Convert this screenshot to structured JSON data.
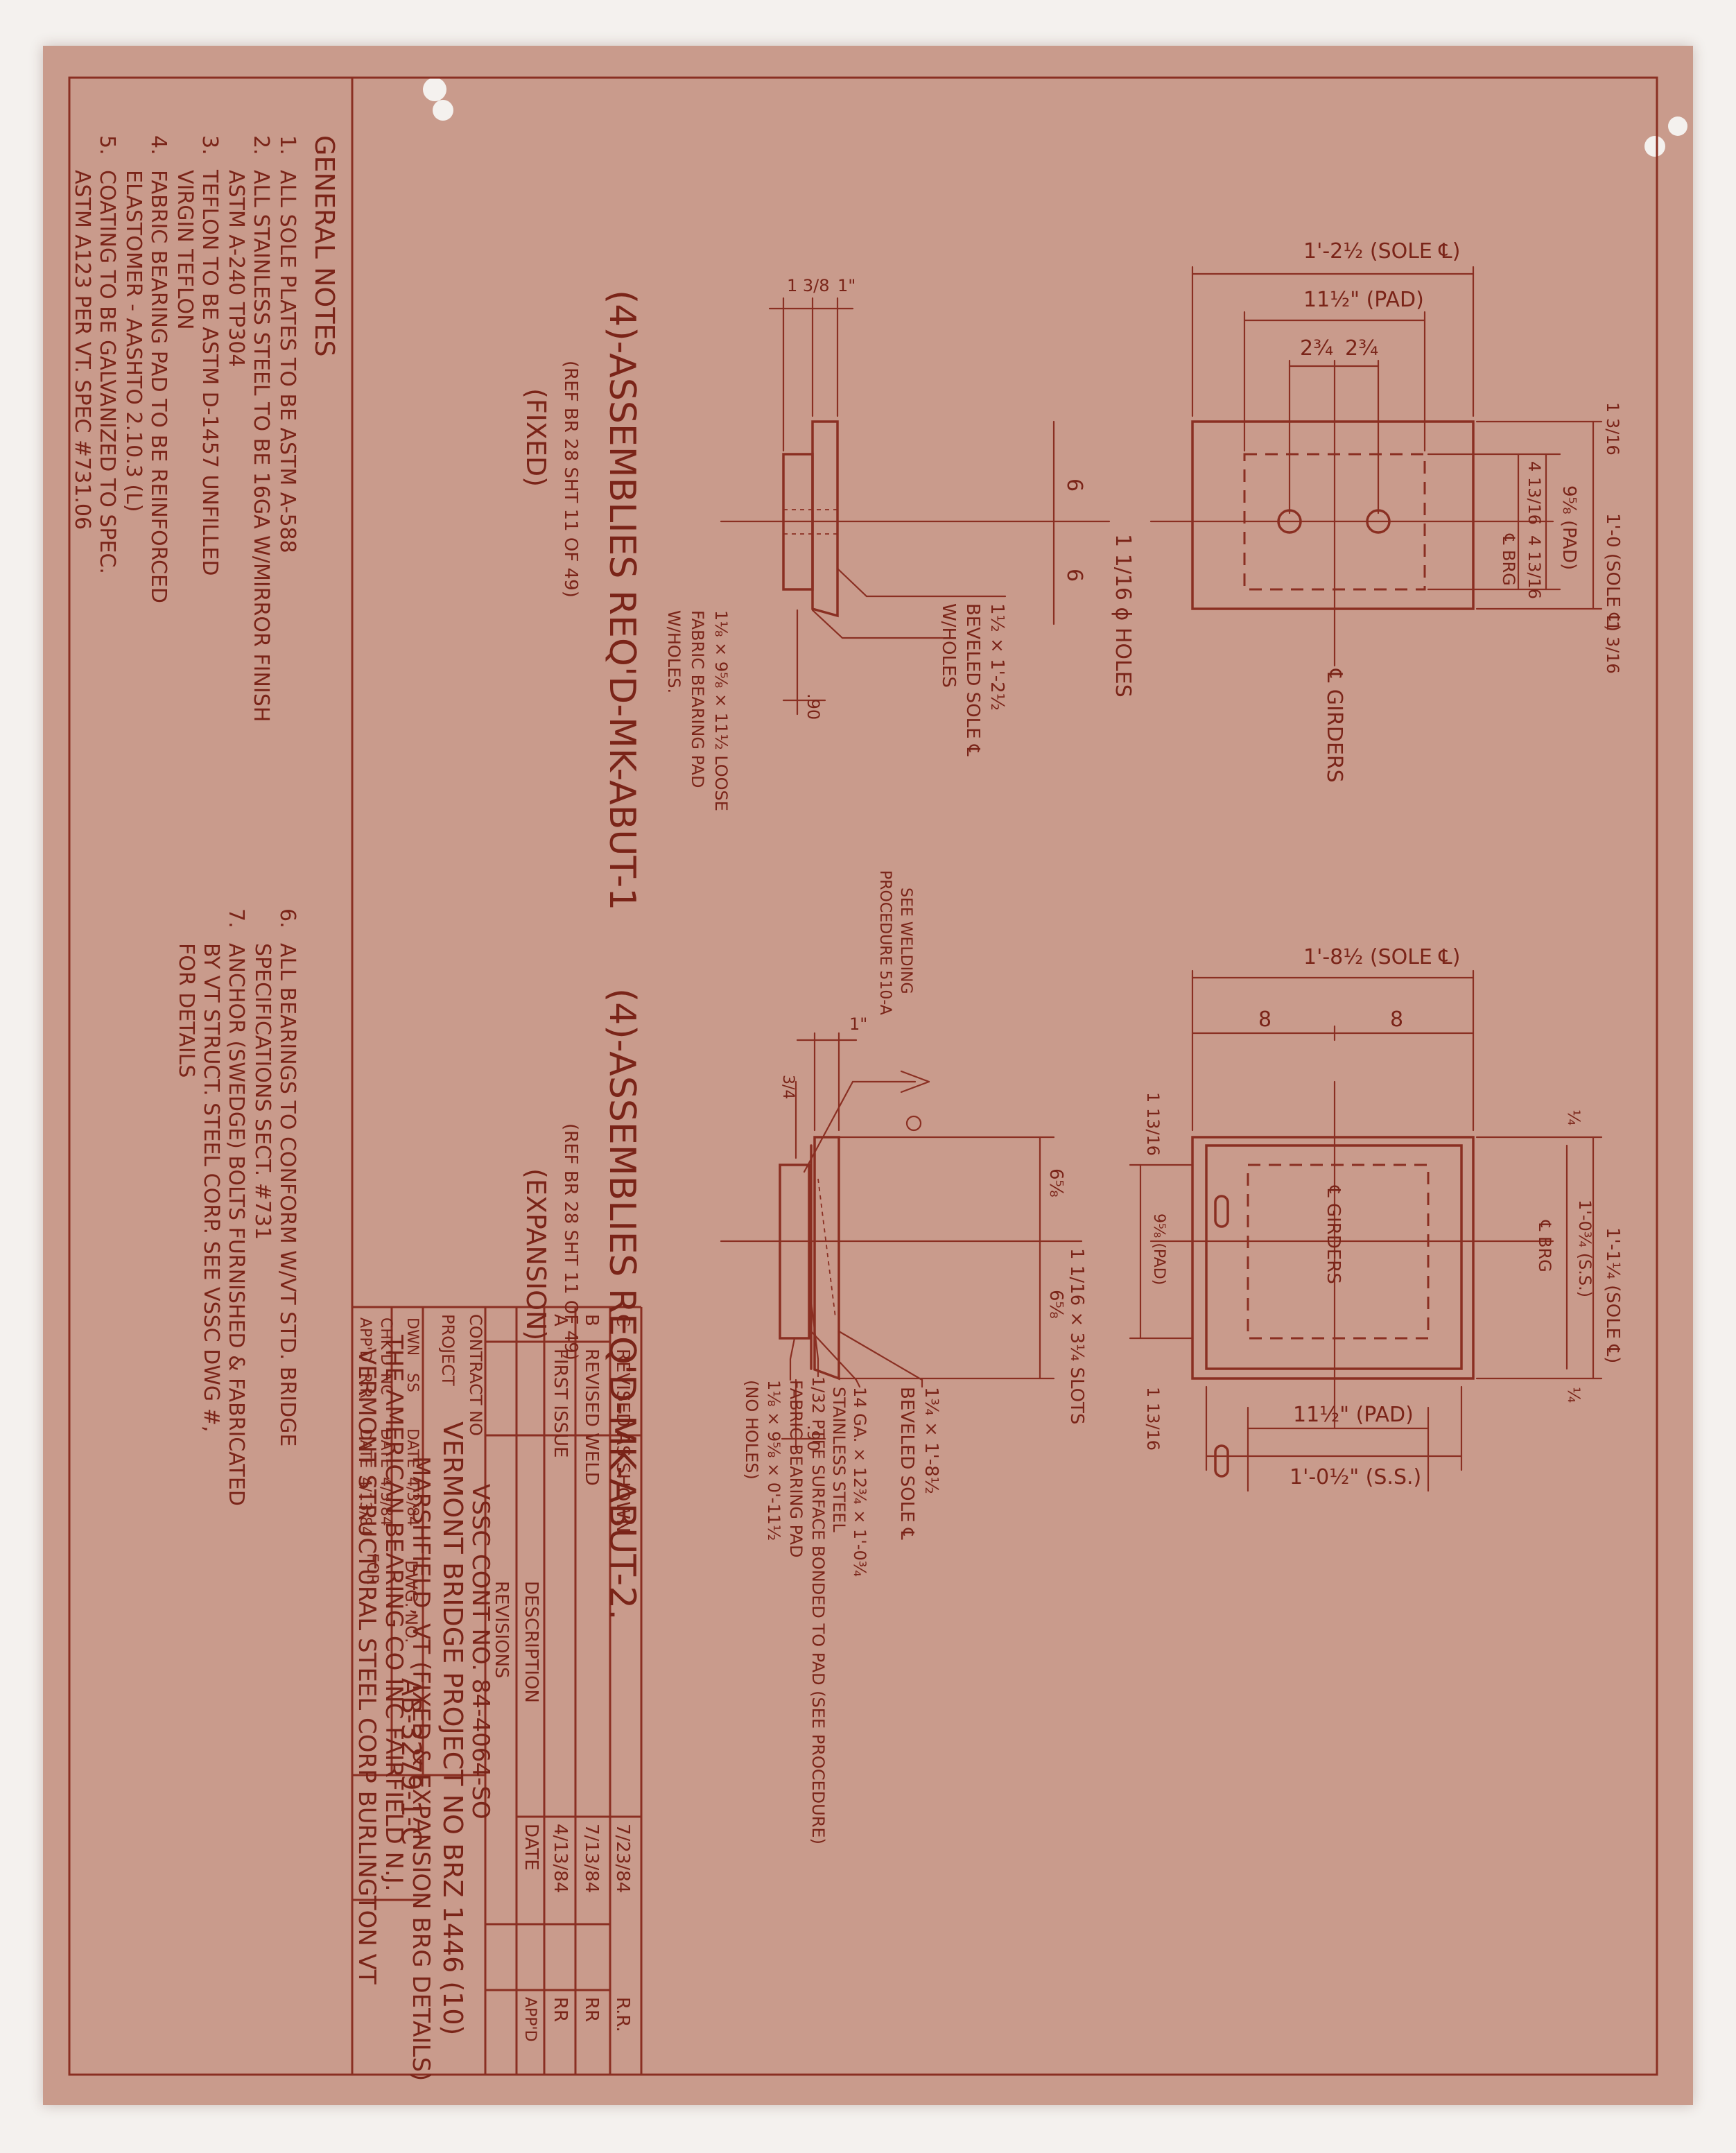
{
  "general_notes": {
    "title": "GENERAL NOTES",
    "items": [
      {
        "num": "1.",
        "lines": [
          "ALL SOLE PLATES TO BE ASTM A-588"
        ]
      },
      {
        "num": "2.",
        "lines": [
          "ALL STAINLESS STEEL TO BE 16GA W/MIRROR FINISH",
          "ASTM A-240 TP304"
        ]
      },
      {
        "num": "3.",
        "lines": [
          "TEFLON TO BE ASTM D-1457 UNFILLED",
          "VIRGIN TEFLON"
        ]
      },
      {
        "num": "4.",
        "lines": [
          "FABRIC BEARING PAD TO BE REINFORCED",
          "ELASTOMER - AASHTO 2.10.3 (L)"
        ]
      },
      {
        "num": "5.",
        "lines": [
          "COATING TO BE GALVANIZED TO SPEC.",
          "ASTM A123 PER VT. SPEC #731.06"
        ]
      },
      {
        "num": "6.",
        "lines": [
          "ALL BEARINGS TO CONFORM W/VT STD. BRIDGE",
          "SPECIFICATIONS SECT. #731"
        ]
      },
      {
        "num": "7.",
        "lines": [
          "ANCHOR (SWEDGE) BOLTS FURNISHED & FABRICATED",
          "BY VT STRUCT. STEEL CORP. SEE VSSC DWG #,",
          "FOR DETAILS"
        ]
      }
    ]
  },
  "fixed": {
    "title": "(4)-ASSEMBLIES REQ'D-MK-ABUT-1",
    "ref": "(REF BR 28  SHT 11 OF 49)",
    "type": "(FIXED)",
    "dims": {
      "sole_length": "1'-2½ (SOLE ℄)",
      "pad_length": "11½\" (PAD)",
      "hole_spacing_a": "2¾",
      "hole_spacing_b": "2¾",
      "sole_width": "1'-0 (SOLE ℄)",
      "pad_width": "9⅝ (PAD)",
      "brg_a": "4 13/16",
      "brg_b": "4 13/16",
      "brg_cl": "℄ BRG",
      "edge_top": "1 3/16",
      "edge_bot": "1 3/16",
      "girders": "℄ GIRDERS",
      "holes": "1 1/16 ϕ HOLES",
      "cl": "℄",
      "half_a": "6",
      "half_b": "6",
      "sole_thick": "1 3/8",
      "pad_thick": "1\"",
      "small_dim": ".90"
    },
    "callouts": {
      "sole": [
        "1½ × 1'-2½",
        "BEVELED SOLE ℄",
        "W/HOLES"
      ],
      "pad": [
        "1⅛ × 9⅝ × 11½  LOOSE",
        "FABRIC BEARING PAD",
        "W/HOLES."
      ]
    }
  },
  "expansion": {
    "title": "(4)-ASSEMBLIES REQ'D-MK-ABUT-2.",
    "ref": "(REF BR 28  SHT 11 OF 49)",
    "type": "(EXPANSION)",
    "dims": {
      "sole_length": "1'-8½ (SOLE ℄)",
      "half_a": "8",
      "half_b": "8",
      "pad_length": "11½\" (PAD)",
      "ss_length": "1'-0½\" (S.S.)",
      "sole_width": "1'-1¼ (SOLE ℄)",
      "ss_width": "1'-0¾ (S.S.)",
      "pad_width": "9⅝ (PAD)",
      "brg_cl": "℄ BRG",
      "edge_top": "1 13/16",
      "edge_bot": "1 13/16",
      "small_top": "¼",
      "small_bot": "¼",
      "girders": "℄ GIRDERS",
      "slots": "1 1/16 × 3¼ SLOTS",
      "cl": "℄",
      "half_c": "6⅝",
      "half_d": "6⅝",
      "pad_thick": "1\"",
      "sole_thick": "3/4",
      "small_dim": ".90"
    },
    "weld": [
      "SEE WELDING",
      "PROCEDURE 510-A"
    ],
    "callouts": {
      "sole": [
        "1¾ × 1'-8½",
        "BEVELED SOLE ℄"
      ],
      "ss": [
        "14 GA. × 12¾ × 1'-0¾",
        "STAINLESS STEEL"
      ],
      "ptfe": [
        "1/32 PTFE SURFACE BONDED TO PAD (SEE PROCEDURE)"
      ],
      "pad": [
        "FABRIC BEARING PAD",
        "1⅛ × 9⅝ × 0'-11½",
        "(NO HOLES)"
      ]
    }
  },
  "revisions": {
    "rows": [
      {
        "rev": "C",
        "desc": "REVISED AS SHOWN",
        "date": "7/23/84",
        "appd": "R.R."
      },
      {
        "rev": "B",
        "desc": "REVISED WELD",
        "date": "7/13/84",
        "appd": "RR"
      },
      {
        "rev": "A",
        "desc": "FIRST ISSUE",
        "date": "4/13/84",
        "appd": "RR"
      }
    ],
    "head_desc": "DESCRIPTION",
    "head_date": "DATE",
    "head_appd": "APP'D",
    "label": "REVISIONS"
  },
  "title_block": {
    "contract_label": "CONTRACT NO",
    "contract_value": "VSSC CONT NO. 84-4064-SO",
    "project_label": "PROJECT",
    "project_line1": "VERMONT BRIDGE PROJECT NO BRZ 1446 (10)",
    "project_line2": "MARSHFIELD, VT (FIXED & EXPANSION BRG DETAILS)",
    "company_line1": "THE AMERICAN BEARING CO INC  FAIRFIELD N.J.",
    "company_for": "FOR",
    "company_line2": "VERMONT STRUCTURAL STEEL CORP  BURLINGTON VT",
    "dwn": "DWN",
    "dwn_by": "SS",
    "dwn_date_label": "DATE",
    "dwn_date": "4/3/84",
    "chkd": "CHK'D",
    "chkd_by": "NC",
    "chkd_date": "4/3/84",
    "appd": "APP'D",
    "appd_by": "R.R.",
    "appd_date": "4/13/84",
    "dwg_label": "DWG. NO.",
    "dwg_no": "AB-3279-1-C"
  }
}
